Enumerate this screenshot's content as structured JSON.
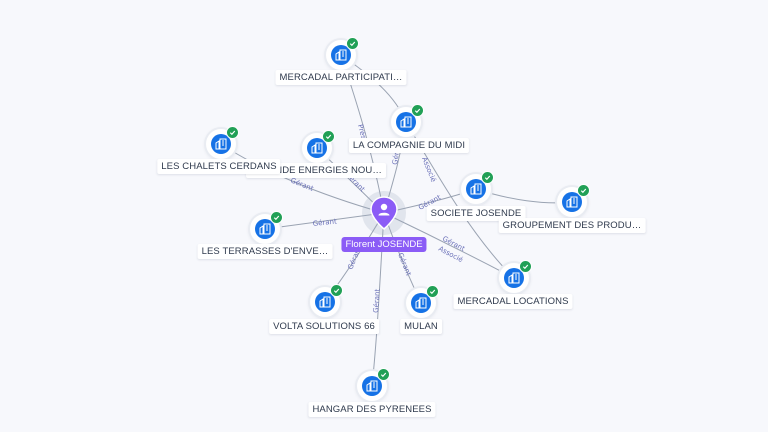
{
  "colors": {
    "company_node": "#1672e6",
    "verified_badge": "#21a056",
    "person_pin": "#8b5cf6",
    "edge": "#9aa3b2",
    "edge_label": "#6a70b8"
  },
  "person": {
    "name": "Florent JOSENDE",
    "icon": "person-icon"
  },
  "companies": {
    "mercadal_participations": "MERCADAL PARTICIPATI…",
    "compagnie_du_midi": "LA COMPAGNIE DU MIDI",
    "chalets_cerdans": "LES CHALETS CERDANS",
    "josende_energies": "JOSENDE ENERGIES NOU…",
    "societe_josende": "SOCIETE JOSENDE",
    "groupement_producteurs": "GROUPEMENT DES PRODU…",
    "terrasses": "LES TERRASSES D'ENVE…",
    "mercadal_locations": "MERCADAL LOCATIONS",
    "volta_solutions": "VOLTA SOLUTIONS 66",
    "mulan": "MULAN",
    "hangar_pyrenees": "HANGAR DES PYRENEES"
  },
  "company_icon": "building-icon",
  "badge_icon": "check-icon",
  "roles": {
    "president": "Prési",
    "gerant": "Gérant",
    "associe": "Associé",
    "associe_cie": "Associé"
  }
}
